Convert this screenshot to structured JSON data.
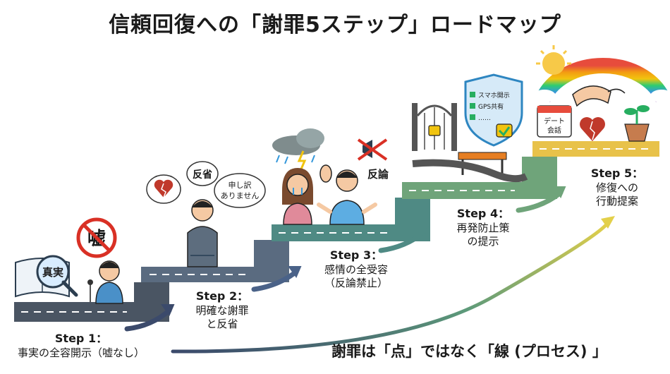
{
  "title": "信頼回復への「謝罪5ステップ」ロードマップ",
  "steps": [
    {
      "num": "Step 1：",
      "text": "事実の全容開示（嘘なし）"
    },
    {
      "num": "Step 2：",
      "text": "明確な謝罪\nと反省"
    },
    {
      "num": "Step 3：",
      "text": "感情の全受容\n（反論禁止）"
    },
    {
      "num": "Step 4：",
      "text": "再発防止策\nの提示"
    },
    {
      "num": "Step 5：",
      "text": "修復への\n行動提案"
    }
  ],
  "illustrations": {
    "book_label": "真実",
    "no_lie_label": "嘘",
    "bubble_reflect": "反省",
    "bubble_sorry": "申し訳\nありません",
    "no_rebuttal": "反論",
    "shield_items": [
      "スマホ開示",
      "GPS共有",
      "……"
    ],
    "calendar_label": "デート\n会話"
  },
  "caption": "謝罪は「点」ではなく「線 (プロセス) 」",
  "colors": {
    "road1": "#4a5563",
    "road2": "#5a6b80",
    "road3": "#4f8a84",
    "road4": "#6fa47a",
    "road5": "#e8c24a",
    "curve_start": "#3b4a6b",
    "curve_end": "#e3d04a"
  }
}
